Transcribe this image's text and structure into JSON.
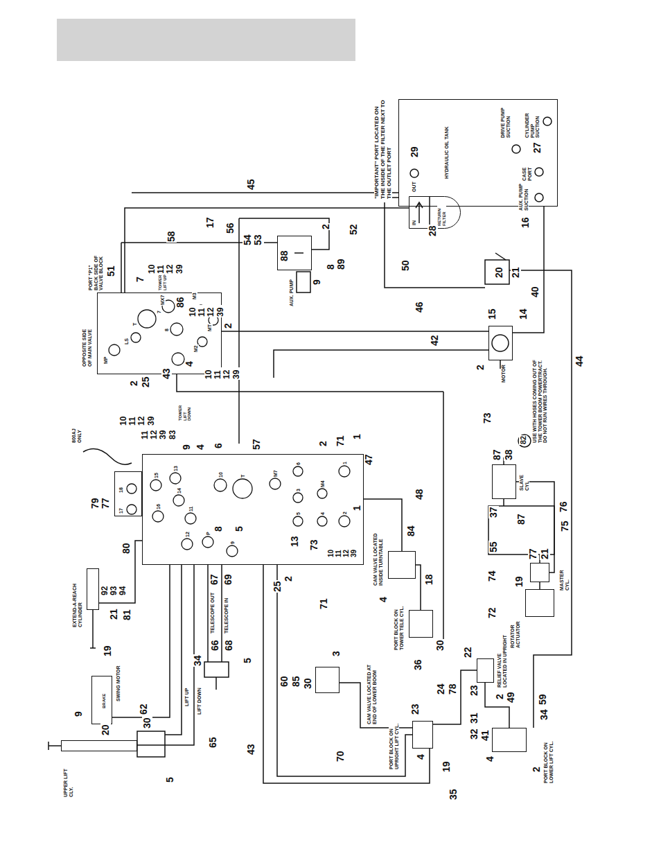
{
  "diagram": {
    "nodes": [
      {
        "text": [
          "HYDRAULIC OIL TANK"
        ]
      },
      {
        "text": [
          "RETURN FILTER"
        ]
      },
      {
        "text": [
          "T",
          "MX7",
          "7",
          "M3",
          "MT",
          "M2",
          "8",
          "LS",
          "MP"
        ]
      },
      {
        "text": [
          "15",
          "16",
          "13",
          "14",
          "11",
          "12",
          "10",
          "P",
          "9",
          "T",
          "M7",
          "6",
          "3",
          "5",
          "M4",
          "4",
          "1",
          "2"
        ]
      },
      {
        "text": [
          "18",
          "17"
        ]
      },
      {
        "text": [
          "AUX. PUMP"
        ]
      },
      {
        "text": [
          "MOTOR"
        ]
      },
      {
        "text": [
          "SLAVE CYL"
        ]
      },
      {
        "text": [
          "MASTER CYL."
        ]
      },
      {
        "text": [
          "ROTATOR ACTUATOR"
        ]
      },
      {
        "text": [
          "CAM VALVE LOCATED INSIDE TURNTABLE"
        ]
      },
      {
        "text": [
          "PORT BLOCK ON TOWER TELE CYL."
        ]
      },
      {
        "text": [
          "CAM VALVE LOCATED AT END OF LOWER BOOM"
        ]
      },
      {
        "text": [
          "PORT BLOCK ON UPRIGHT LIFT CYL."
        ]
      },
      {
        "text": [
          "RELIEF VALVE LOCATED IN UPRIGHT"
        ]
      },
      {
        "text": [
          "PORT BLOCK ON LOWER LIFT CYL."
        ]
      },
      {
        "text": [
          "EXTEND-A-REACH CYLINDER"
        ]
      },
      {
        "text": [
          "SWING MOTOR",
          "BRAKE"
        ]
      },
      {
        "text": [
          "UPPER LIFT CLY."
        ]
      }
    ],
    "edges": [
      {
        "from": 2,
        "to": 1,
        "arrow": "none"
      },
      {
        "from": 2,
        "to": 6,
        "arrow": "none"
      },
      {
        "from": 3,
        "to": 10,
        "arrow": "none"
      },
      {
        "from": 3,
        "to": 17,
        "arrow": "none"
      },
      {
        "from": 3,
        "to": 16,
        "arrow": "none"
      },
      {
        "from": 10,
        "to": 11,
        "arrow": "none"
      },
      {
        "from": 7,
        "to": 8,
        "arrow": "none"
      },
      {
        "from": 8,
        "to": 9,
        "arrow": "none"
      },
      {
        "from": 12,
        "to": 13,
        "arrow": "none"
      },
      {
        "from": 13,
        "to": 14,
        "arrow": "none"
      },
      {
        "from": 14,
        "to": 15,
        "arrow": "none"
      },
      {
        "from": 3,
        "to": 18,
        "arrow": "none"
      },
      {
        "from": 0,
        "to": 6,
        "arrow": "none"
      }
    ],
    "labels": [
      "\"IMPORTANT\" PORT LOCATED ON THE INSIDE OF THE FILTER NEXT TO THE OUTLET PORT",
      "29",
      "OUT",
      "IN",
      "DRIVE PUMP SUCTION",
      "CYLINDER PUMP SUCTION",
      "27",
      "CASE PORT",
      "AUX. PUMP SUCTION",
      "16",
      "28",
      "50",
      "46",
      "20",
      "21",
      "40",
      "15",
      "14",
      "42",
      "2",
      "USE WITH HOSES COMING OUT OF THE TOWER BOOM POWERTRACT. DO NOT RUN WIRES THROUGH.",
      "82",
      "44",
      "73",
      "87",
      "38",
      "87",
      "76",
      "75",
      "37",
      "55",
      "77",
      "21",
      "74",
      "72",
      "19",
      "59",
      "2",
      "49",
      "34",
      "22",
      "23",
      "31",
      "32",
      "24",
      "78",
      "23",
      "36",
      "41",
      "4",
      "2",
      "4",
      "19",
      "35",
      "70",
      "43",
      "60",
      "85",
      "30",
      "3",
      "30",
      "4",
      "18",
      "84",
      "71",
      "25",
      "2",
      "13",
      "73",
      "48",
      "47",
      "10 11 12 39",
      "1",
      "71",
      "2",
      "1",
      "57",
      "6",
      "8",
      "5",
      "9",
      "4",
      "11 12 39 83",
      "800AJ ONLY",
      "79 77",
      "80",
      "92 93 94",
      "21",
      "81",
      "67",
      "69",
      "66",
      "68",
      "TELESCOPE OUT",
      "TELESCOPE IN",
      "34",
      "5",
      "19",
      "9",
      "20",
      "62",
      "30",
      "LIFT UP",
      "LIFT DOWN",
      "65",
      "5",
      "7",
      "10 11 12 39",
      "58",
      "TOWER LIFT UP",
      "86",
      "10 11 12 39",
      "10 11 12 39",
      "2",
      "4",
      "25",
      "2",
      "43",
      "10 11 12 39",
      "TOWER LIFT DOWN",
      "OPPOSITE SIDE OF MAIN VALVE",
      "PORT \"P1\" BACK SIDE OF VALVE BLOCK",
      "51",
      "17",
      "45",
      "56",
      "54 53",
      "2",
      "52",
      "88",
      "8 89",
      "9"
    ]
  }
}
